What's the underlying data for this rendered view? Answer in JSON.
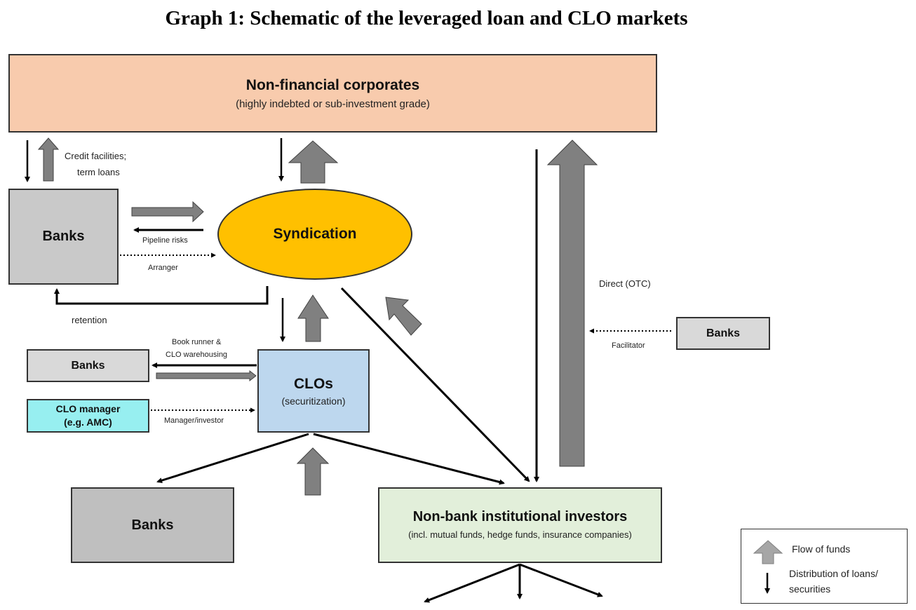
{
  "title": "Graph 1: Schematic of the leveraged loan and CLO markets",
  "colors": {
    "flow_of_funds_arrow": "#808080",
    "distribution_arrow": "#000000",
    "non_financial_corporates": "#f8cbad",
    "banks_left": "#c9c9c9",
    "syndication": "#ffc000",
    "banks_warehousing": "#d9d9d9",
    "clo_manager": "#97eff0",
    "clos": "#bdd7ee",
    "banks_bottom": "#bfbfbf",
    "non_bank_investors": "#e2efda",
    "banks_facilitator": "#d9d9d9"
  },
  "nodes": {
    "non_financial_corporates": {
      "label": "Non-financial corporates",
      "sublabel": "(highly indebted or sub-investment grade)"
    },
    "banks_lender": {
      "label": "Banks"
    },
    "syndication": {
      "label": "Syndication"
    },
    "banks_warehousing": {
      "label": "Banks"
    },
    "clo_manager": {
      "label_line1": "CLO manager",
      "label_line2": "(e.g. AMC)"
    },
    "clos": {
      "label": "CLOs",
      "sublabel": "(securitization)"
    },
    "banks_investor": {
      "label": "Banks"
    },
    "non_bank_investors": {
      "label": "Non-bank institutional investors",
      "sublabel": "(incl. mutual funds, hedge funds, insurance companies)"
    },
    "banks_facilitator": {
      "label": "Banks"
    }
  },
  "edge_labels": {
    "credit_facilities": "Credit facilities;",
    "term_loans": "term loans",
    "pipeline_risks": "Pipeline risks",
    "arranger": "Arranger",
    "retention": "retention",
    "book_runner": "Book runner &",
    "clo_warehousing": "CLO warehousing",
    "manager_investor": "Manager/investor",
    "direct_otc": "Direct (OTC)",
    "facilitator": "Facilitator"
  },
  "edges": [
    {
      "from": "non_financial_corporates",
      "to": "banks_lender",
      "type": "distribution"
    },
    {
      "from": "banks_lender",
      "to": "non_financial_corporates",
      "type": "flow_of_funds"
    },
    {
      "from": "non_financial_corporates",
      "to": "syndication",
      "type": "distribution"
    },
    {
      "from": "syndication",
      "to": "non_financial_corporates",
      "type": "flow_of_funds"
    },
    {
      "from": "banks_lender",
      "to": "syndication",
      "type": "flow_of_funds"
    },
    {
      "from": "syndication",
      "to": "banks_lender",
      "type": "distribution",
      "label": "Pipeline risks"
    },
    {
      "from": "banks_lender",
      "to": "syndication",
      "type": "role",
      "label": "Arranger"
    },
    {
      "from": "syndication",
      "to": "banks_lender",
      "type": "distribution",
      "label": "retention"
    },
    {
      "from": "syndication",
      "to": "clos",
      "type": "distribution"
    },
    {
      "from": "clos",
      "to": "syndication",
      "type": "flow_of_funds"
    },
    {
      "from": "syndication",
      "to": "non_bank_investors",
      "type": "distribution"
    },
    {
      "from": "non_bank_investors",
      "to": "syndication",
      "type": "flow_of_funds"
    },
    {
      "from": "clos",
      "to": "banks_warehousing",
      "type": "distribution",
      "label": "Book runner & CLO warehousing"
    },
    {
      "from": "banks_warehousing",
      "to": "clos",
      "type": "flow_of_funds"
    },
    {
      "from": "clo_manager",
      "to": "clos",
      "type": "role",
      "label": "Manager/investor"
    },
    {
      "from": "clos",
      "to": "banks_investor",
      "type": "distribution"
    },
    {
      "from": "clos",
      "to": "non_bank_investors",
      "type": "distribution"
    },
    {
      "from": "investors",
      "to": "clos",
      "type": "flow_of_funds"
    },
    {
      "from": "non_financial_corporates",
      "to": "non_bank_investors",
      "type": "distribution"
    },
    {
      "from": "non_bank_investors",
      "to": "non_financial_corporates",
      "type": "flow_of_funds",
      "label": "Direct (OTC)"
    },
    {
      "from": "banks_facilitator",
      "to": "direct_otc",
      "type": "role",
      "label": "Facilitator"
    },
    {
      "from": "non_bank_investors",
      "to": "downstream",
      "type": "distribution",
      "count": 3
    }
  ],
  "legend": {
    "flow_of_funds": "Flow of funds",
    "distribution_line1": "Distribution of loans/",
    "distribution_line2": "securities"
  }
}
